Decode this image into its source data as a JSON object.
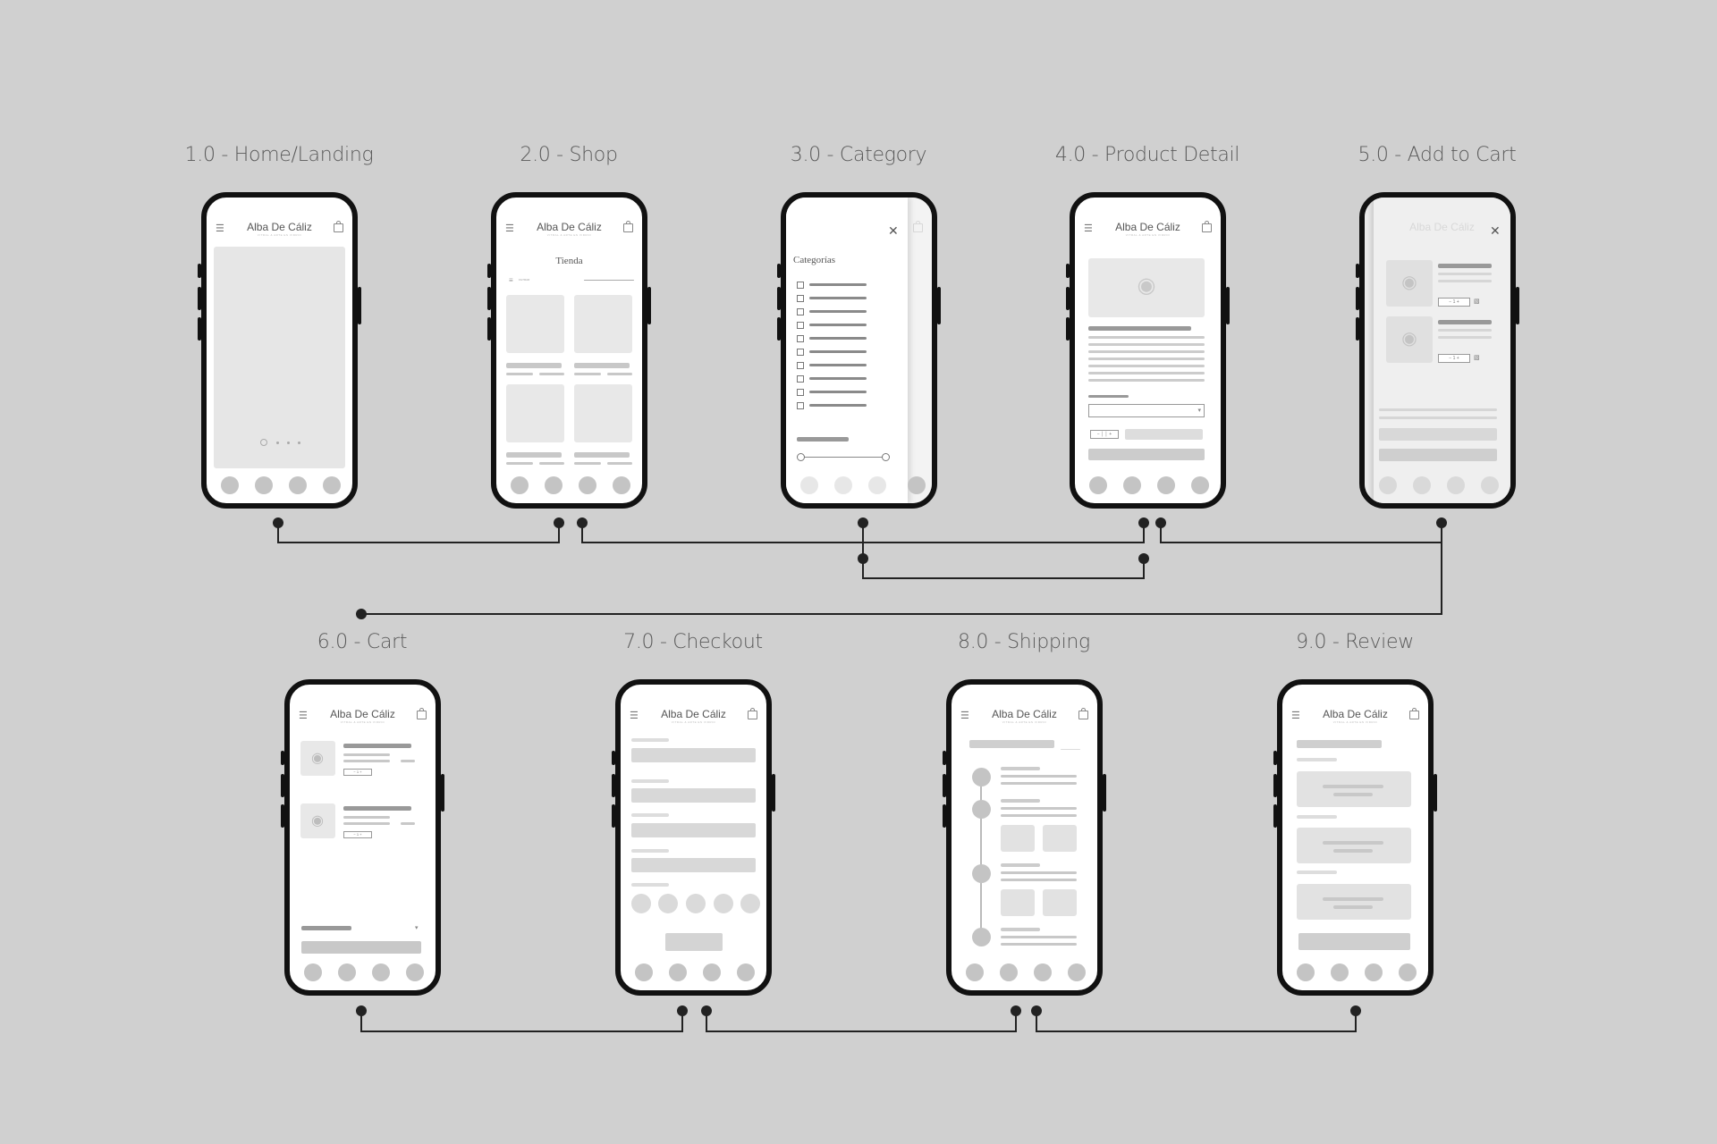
{
  "screens": [
    {
      "id": "home",
      "title": "1.0 - Home/Landing"
    },
    {
      "id": "shop",
      "title": "2.0 - Shop"
    },
    {
      "id": "category",
      "title": "3.0 - Category"
    },
    {
      "id": "product",
      "title": "4.0 - Product Detail"
    },
    {
      "id": "add_to_cart",
      "title": "5.0 - Add to Cart"
    },
    {
      "id": "cart",
      "title": "6.0 - Cart"
    },
    {
      "id": "checkout",
      "title": "7.0 - Checkout"
    },
    {
      "id": "shipping",
      "title": "8.0 - Shipping"
    },
    {
      "id": "review",
      "title": "9.0 - Review"
    }
  ],
  "brand": "Alba De Cáliz",
  "brand_tagline": "VITRAL & ARTE EN VIDRIO",
  "shop_title": "Tienda",
  "shop_filter_label": "FILTRAR",
  "category_title": "Categorías",
  "stepper_value": "1",
  "icons": {
    "menu": "hamburger-menu-icon",
    "bag": "shopping-bag-icon",
    "close": "close-icon",
    "camera": "camera-icon"
  },
  "colors": {
    "background": "#d0d0d0",
    "phone_frame": "#111111",
    "connector": "#222222",
    "placeholder": "#c4c4c4"
  }
}
